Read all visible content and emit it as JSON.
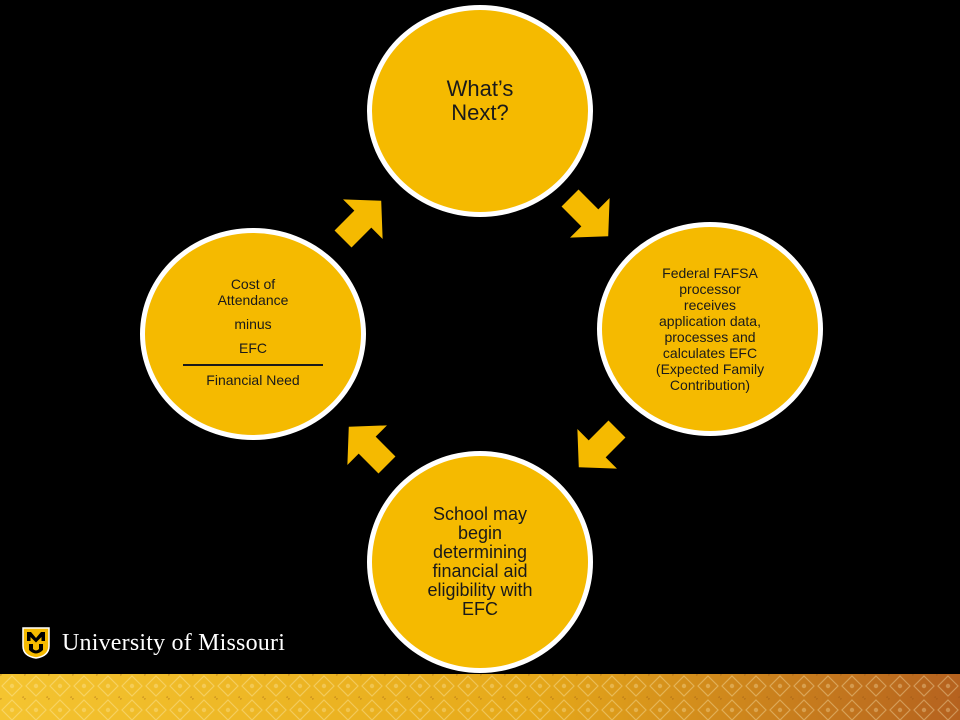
{
  "diagram": {
    "top": {
      "lines": [
        "What’s",
        "Next?"
      ]
    },
    "right": {
      "lines": [
        "Federal FAFSA",
        "processor",
        "receives",
        "application data,",
        "processes and",
        "calculates EFC",
        "(Expected Family",
        "Contribution)"
      ]
    },
    "bottom": {
      "lines": [
        "School may",
        "begin",
        "determining",
        "financial aid",
        "eligibility with",
        "EFC"
      ]
    },
    "left": {
      "line1": "Cost of",
      "line2": "Attendance",
      "line3": "minus",
      "line4": "EFC",
      "line5": "Financial Need"
    }
  },
  "footer": {
    "brand_text": "University of Missouri"
  },
  "colors": {
    "accent": "#F5BA00",
    "background": "#000000",
    "outline": "#FFFFFF"
  }
}
